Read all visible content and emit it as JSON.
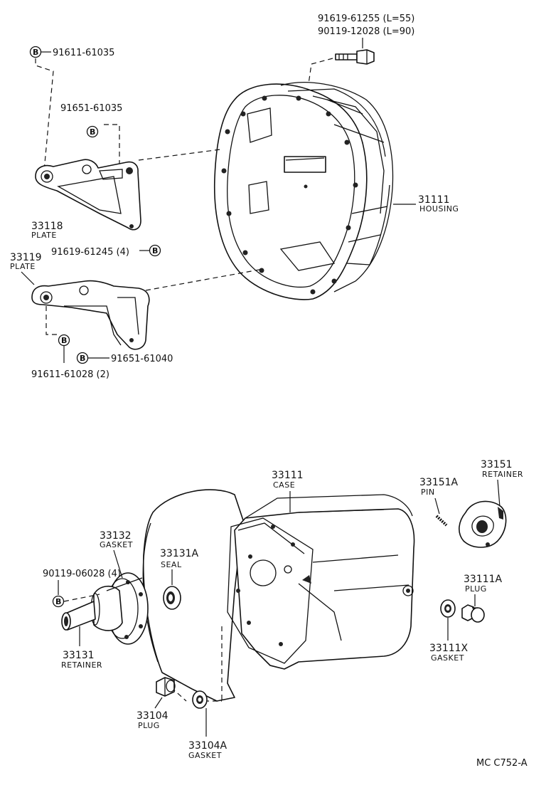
{
  "callouts": {
    "bolt_b_1": "91611-61035",
    "bolt_b_2": "91651-61035",
    "bolt_top_1": "91619-61255 (L=55)",
    "bolt_top_2": "90119-12028 (L=90)",
    "plate_33118": {
      "number": "33118",
      "name": "PLATE"
    },
    "plate_33119": {
      "number": "33119",
      "name": "PLATE"
    },
    "bolt_b_3": "91619-61245 (4)",
    "bolt_b_4": "91651-61040",
    "bolt_b_5": "91611-61028 (2)",
    "housing": {
      "number": "31111",
      "name": "HOUSING"
    },
    "case": {
      "number": "33111",
      "name": "CASE"
    },
    "pin": {
      "number": "33151A",
      "name": "PIN"
    },
    "retainer_33151": {
      "number": "33151",
      "name": "RETAINER"
    },
    "gasket_33132": {
      "number": "33132",
      "name": "GASKET"
    },
    "seal": {
      "number": "33131A",
      "name": "SEAL"
    },
    "bolt_front": "90119-06028 (4)",
    "retainer_33131": {
      "number": "33131",
      "name": "RETAINER"
    },
    "plug_33111a": {
      "number": "33111A",
      "name": "PLUG"
    },
    "gasket_33111x": {
      "number": "33111X",
      "name": "GASKET"
    },
    "plug_33104": {
      "number": "33104",
      "name": "PLUG"
    },
    "gasket_33104a": {
      "number": "33104A",
      "name": "GASKET"
    }
  },
  "symbol_b": "B",
  "footer_code": "MC  C752-A"
}
